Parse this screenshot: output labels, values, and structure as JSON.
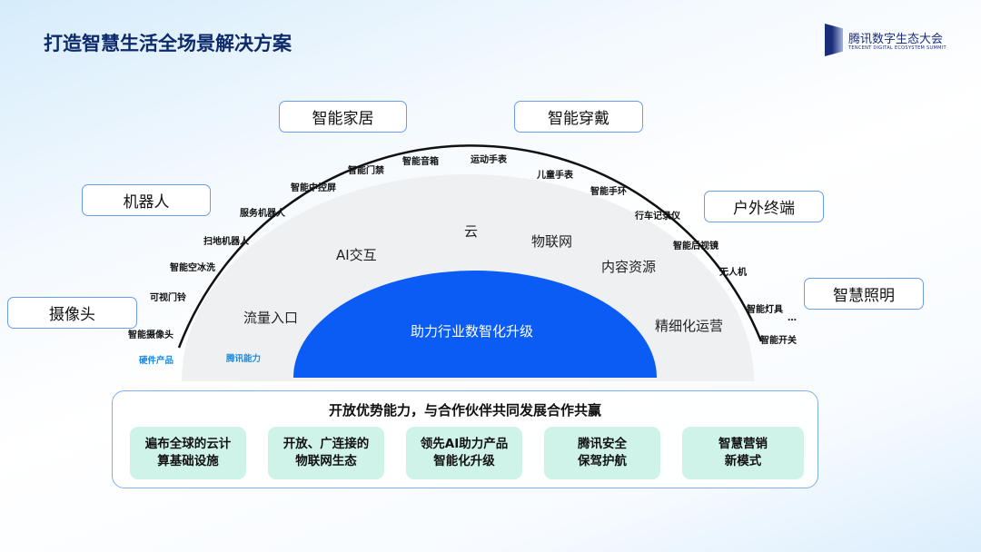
{
  "title": "打造智慧生活全场景解决方案",
  "logo": {
    "cn": "腾讯数字生态大会",
    "en": "TENCENT DIGITAL ECOSYSTEM SUMMIT"
  },
  "categories": [
    "智能家居",
    "智能穿戴",
    "机器人",
    "户外终端",
    "摄像头",
    "智慧照明"
  ],
  "products": [
    "智能音箱",
    "运动手表",
    "智能门禁",
    "儿童手表",
    "智能中控屏",
    "智能手环",
    "服务机器人",
    "行车记录仪",
    "扫地机器人",
    "智能后视镜",
    "智能空冰洗",
    "无人机",
    "可视门铃",
    "智能灯具",
    "智能摄像头",
    "…",
    "智能开关"
  ],
  "layer_labels": {
    "hardware": "硬件产品",
    "tencent": "腾讯能力"
  },
  "capabilities": [
    "云",
    "AI交互",
    "物联网",
    "内容资源",
    "流量入口",
    "精细化运营"
  ],
  "core": "助力行业数智化升级",
  "panel": {
    "title": "开放优势能力，与合作伙伴共同发展合作共赢",
    "cards": [
      "遍布全球的云计\n算基础设施",
      "开放、广连接的\n物联网生态",
      "领先AI助力产品\n智能化升级",
      "腾讯安全\n保驾护航",
      "智慧营销\n新模式"
    ]
  },
  "colors": {
    "core_blue": "#0a5cf5",
    "card_mint": "#cff3e9",
    "title_navy": "#0d2a6b"
  }
}
